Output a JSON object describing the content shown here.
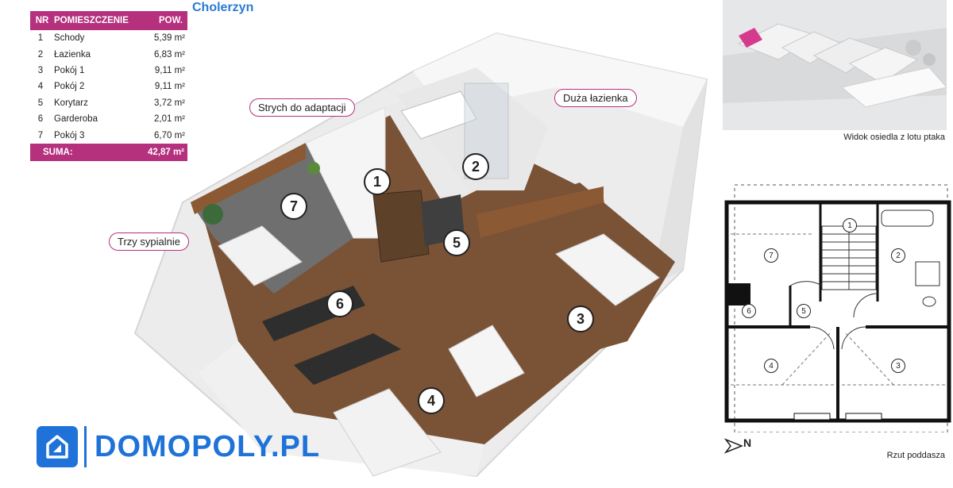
{
  "location": "Cholerzyn",
  "table": {
    "header": {
      "nr": "NR",
      "room": "POMIESZCZENIE",
      "area": "POW."
    },
    "rows": [
      {
        "nr": "1",
        "name": "Schody",
        "area": "5,39 m²"
      },
      {
        "nr": "2",
        "name": "Łazienka",
        "area": "6,83 m²"
      },
      {
        "nr": "3",
        "name": "Pokój 1",
        "area": "9,11 m²"
      },
      {
        "nr": "4",
        "name": "Pokój 2",
        "area": "9,11 m²"
      },
      {
        "nr": "5",
        "name": "Korytarz",
        "area": "3,72 m²"
      },
      {
        "nr": "6",
        "name": "Garderoba",
        "area": "2,01 m²"
      },
      {
        "nr": "7",
        "name": "Pokój 3",
        "area": "6,70 m²"
      }
    ],
    "sum_label": "SUMA:",
    "sum_value": "42,87 m²"
  },
  "callouts": {
    "attic": "Strych do adaptacji",
    "bathroom": "Duża łazienka",
    "bedrooms": "Trzy sypialnie"
  },
  "render_badges": {
    "b1": "1",
    "b2": "2",
    "b3": "3",
    "b4": "4",
    "b5": "5",
    "b6": "6",
    "b7": "7"
  },
  "plan_badges": {
    "p1": "1",
    "p2": "2",
    "p3": "3",
    "p4": "4",
    "p5": "5",
    "p6": "6",
    "p7": "7"
  },
  "brand": {
    "name": "DOMOPOLY.PL",
    "color": "#1e72d8"
  },
  "accent_color": "#b5307d",
  "aerial_caption": "Widok osiedla z lotu ptaka",
  "plan_caption": "Rzut poddasza",
  "compass_label": "N",
  "icons": {
    "logo": "house-logo-icon",
    "compass": "north-arrow-icon"
  }
}
